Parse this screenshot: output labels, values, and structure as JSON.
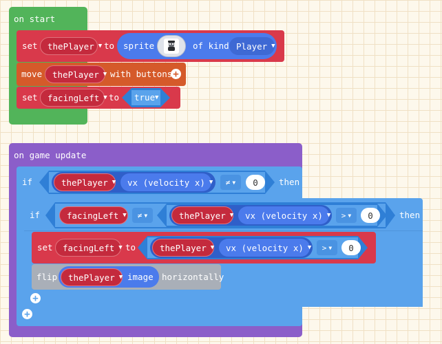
{
  "colors": {
    "event_green": "#52b45a",
    "variable_red": "#d9394b",
    "variable_pill": "#c42a3d",
    "controller_orange": "#d55a2a",
    "sprite_blue": "#4b7bec",
    "sprite_dark": "#3e69d4",
    "logic_blue": "#5aa3ec",
    "loop_purple": "#8b5ec9",
    "scene_grey": "#a9afb8"
  },
  "on_start": {
    "header": "on start",
    "set1": {
      "keyword": "set",
      "variable": "thePlayer",
      "to": "to",
      "sprite_label": "sprite",
      "sprite_icon": "person-sprite-icon",
      "of_kind": "of kind",
      "kind": "Player"
    },
    "move": {
      "keyword": "move",
      "variable": "thePlayer",
      "with_buttons": "with buttons"
    },
    "set2": {
      "keyword": "set",
      "variable": "facingLeft",
      "to": "to",
      "value": "true"
    }
  },
  "on_game_update": {
    "header": "on game update",
    "if1": {
      "keyword": "if",
      "variable": "thePlayer",
      "property": "vx (velocity x)",
      "operator": "≠",
      "value": "0",
      "then": "then"
    },
    "if2": {
      "keyword": "if",
      "variable_left": "facingLeft",
      "operator1": "≠",
      "variable": "thePlayer",
      "property": "vx (velocity x)",
      "operator2": ">",
      "value": "0",
      "then": "then"
    },
    "set3": {
      "keyword": "set",
      "variable": "facingLeft",
      "to": "to",
      "target": "thePlayer",
      "property": "vx (velocity x)",
      "operator": ">",
      "value": "0"
    },
    "flip": {
      "keyword": "flip",
      "variable": "thePlayer",
      "image": "image",
      "horizontally": "horizontally"
    }
  }
}
